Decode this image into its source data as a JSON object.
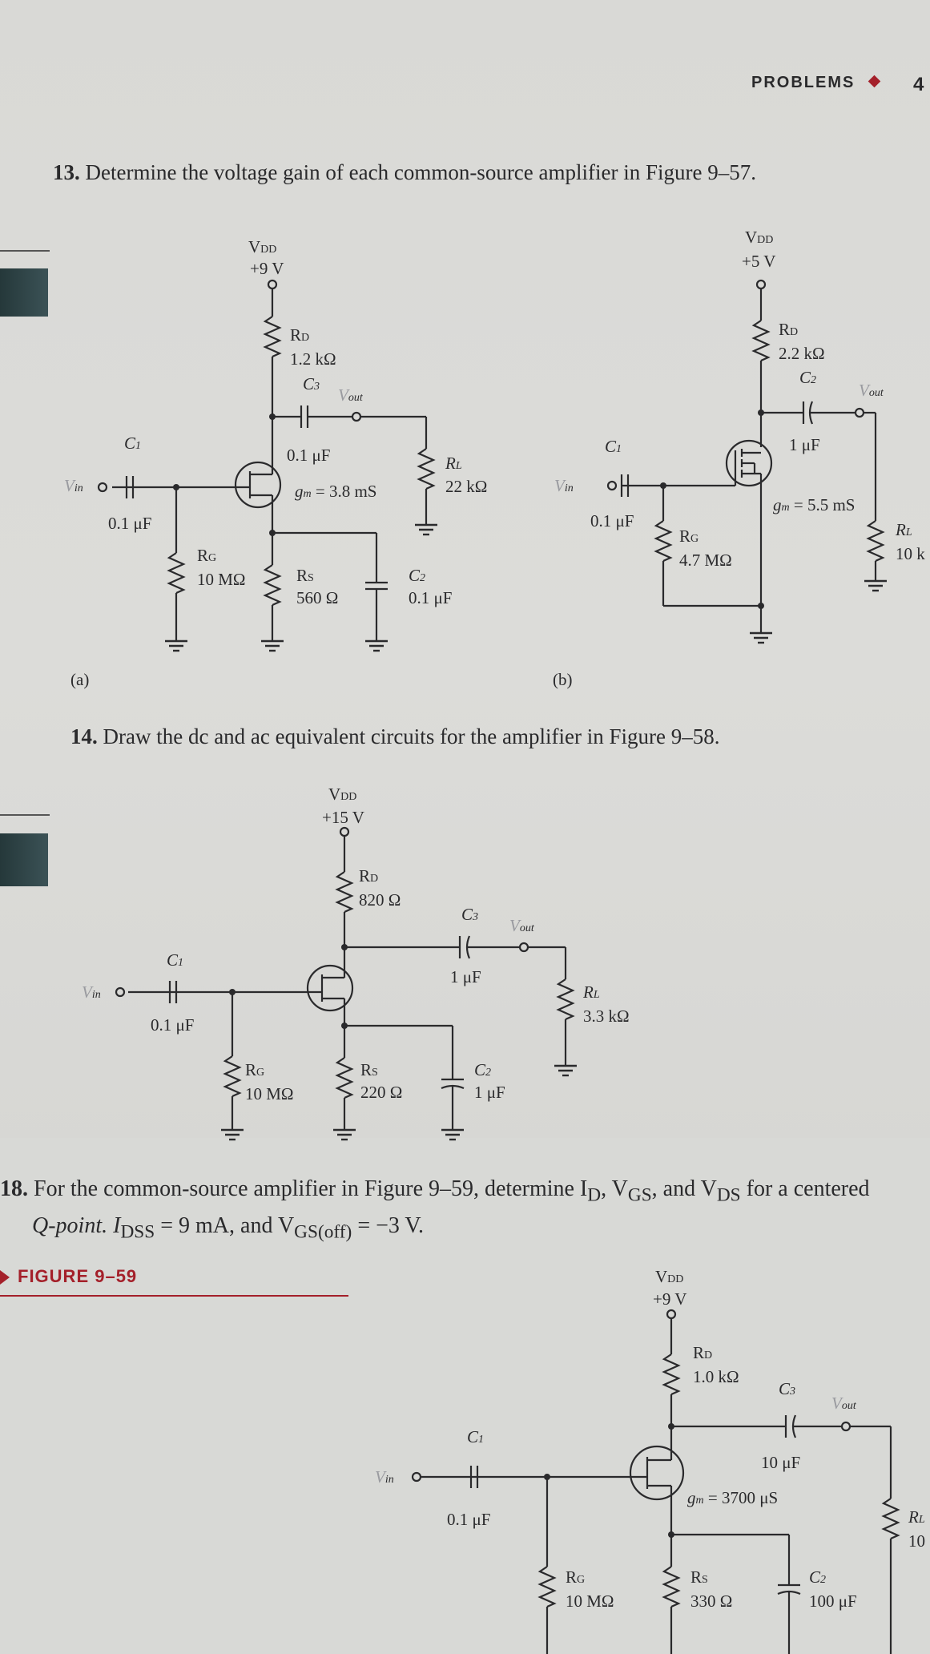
{
  "header": {
    "section": "PROBLEMS",
    "page_number": "4"
  },
  "problem13": {
    "number": "13.",
    "text": "Determine the voltage gain of each common-source amplifier in Figure 9–57."
  },
  "problem14": {
    "number": "14.",
    "text": "Draw the dc and ac equivalent circuits for the amplifier in Figure 9–58."
  },
  "problem18": {
    "number": "18.",
    "line1": "For the common-source amplifier in Figure 9–59, determine I",
    "line1_sub": "D",
    "line1_rest": ", V",
    "line1_sub2": "GS",
    "line1_rest2": ", and V",
    "line1_sub3": "DS",
    "line1_tail": " for a centered",
    "line2": "Q-point. I",
    "line2_sub": "DSS",
    "line2_mid": " = 9 mA, and V",
    "line2_sub2": "GS(off)",
    "line2_tail": " = −3 V."
  },
  "figure_label": "FIGURE 9–59",
  "circuit_a": {
    "tag": "(a)",
    "vdd": "V",
    "vdd_sub": "DD",
    "vdd_val": "+9 V",
    "rd": "R",
    "rd_sub": "D",
    "rd_val": "1.2 kΩ",
    "c3": "C",
    "c3_sub": "3",
    "c3_val": "0.1 μF",
    "vout": "V",
    "vout_sub": "out",
    "c1": "C",
    "c1_sub": "1",
    "c1_val": "0.1 μF",
    "vin": "V",
    "vin_sub": "in",
    "gm": "g",
    "gm_sub": "m",
    "gm_val": " = 3.8 mS",
    "rl": "R",
    "rl_sub": "L",
    "rl_val": "22 kΩ",
    "rg": "R",
    "rg_sub": "G",
    "rg_val": "10 MΩ",
    "rs": "R",
    "rs_sub": "S",
    "rs_val": "560 Ω",
    "c2": "C",
    "c2_sub": "2",
    "c2_val": "0.1 μF"
  },
  "circuit_b": {
    "tag": "(b)",
    "vdd": "V",
    "vdd_sub": "DD",
    "vdd_val": "+5 V",
    "rd": "R",
    "rd_sub": "D",
    "rd_val": "2.2 kΩ",
    "c2": "C",
    "c2_sub": "2",
    "c2_val": "1 μF",
    "vout": "V",
    "vout_sub": "out",
    "c1": "C",
    "c1_sub": "1",
    "c1_val": "0.1 μF",
    "vin": "V",
    "vin_sub": "in",
    "gm": "g",
    "gm_sub": "m",
    "gm_val": " = 5.5 mS",
    "rg": "R",
    "rg_sub": "G",
    "rg_val": "4.7 MΩ",
    "rl": "R",
    "rl_sub": "L",
    "rl_val": "10 k"
  },
  "circuit_58": {
    "vdd": "V",
    "vdd_sub": "DD",
    "vdd_val": "+15 V",
    "rd": "R",
    "rd_sub": "D",
    "rd_val": "820 Ω",
    "c3": "C",
    "c3_sub": "3",
    "c3_val": "1 μF",
    "vout": "V",
    "vout_sub": "out",
    "c1": "C",
    "c1_sub": "1",
    "c1_val": "0.1 μF",
    "vin": "V",
    "vin_sub": "in",
    "rl": "R",
    "rl_sub": "L",
    "rl_val": "3.3 kΩ",
    "rg": "R",
    "rg_sub": "G",
    "rg_val": "10 MΩ",
    "rs": "R",
    "rs_sub": "S",
    "rs_val": "220 Ω",
    "c2": "C",
    "c2_sub": "2",
    "c2_val": "1 μF"
  },
  "circuit_59": {
    "vdd": "V",
    "vdd_sub": "DD",
    "vdd_val": "+9 V",
    "rd": "R",
    "rd_sub": "D",
    "rd_val": "1.0 kΩ",
    "c3": "C",
    "c3_sub": "3",
    "c3_val": "10 μF",
    "vout": "V",
    "vout_sub": "out",
    "c1": "C",
    "c1_sub": "1",
    "c1_val": "0.1 μF",
    "vin": "V",
    "vin_sub": "in",
    "gm": "g",
    "gm_sub": "m",
    "gm_val": " = 3700 μS",
    "rg": "R",
    "rg_sub": "G",
    "rg_val": "10 MΩ",
    "rs": "R",
    "rs_sub": "S",
    "rs_val": "330 Ω",
    "c2": "C",
    "c2_sub": "2",
    "c2_val": "100 μF",
    "rl": "R",
    "rl_sub": "L",
    "rl_val": "10"
  },
  "colors": {
    "ink": "#2a2a2c",
    "accent": "#a4202a",
    "paper": "#d9d9d6"
  }
}
